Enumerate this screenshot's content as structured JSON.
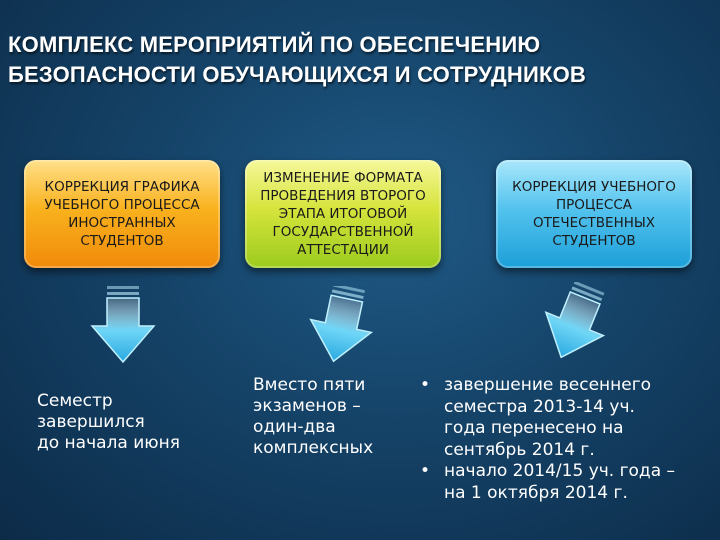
{
  "title": {
    "line1": "КОМПЛЕКС МЕРОПРИЯТИЙ ПО ОБЕСПЕЧЕНИЮ",
    "line2": "БЕЗОПАСНОСТИ ОБУЧАЮЩИХСЯ И СОТРУДНИКОВ"
  },
  "boxes": [
    {
      "lines": [
        "КОРРЕКЦИЯ ГРАФИКА",
        "УЧЕБНОГО ПРОЦЕССА",
        "ИНОСТРАННЫХ",
        "СТУДЕНТОВ"
      ],
      "color": "#f9b21e"
    },
    {
      "lines": [
        "ИЗМЕНЕНИЕ ФОРМАТА",
        "ПРОВЕДЕНИЯ ВТОРОГО",
        "ЭТАПА ИТОГОВОЙ",
        "ГОСУДАРСТВЕННОЙ",
        "АТТЕСТАЦИИ"
      ],
      "color": "#d6e43c"
    },
    {
      "lines": [
        "КОРРЕКЦИЯ  УЧЕБНОГО",
        "ПРОЦЕССА",
        "ОТЕЧЕСТВЕННЫХ",
        "СТУДЕНТОВ"
      ],
      "color": "#54c3ee"
    }
  ],
  "notes": {
    "left": [
      "Семестр",
      "завершился",
      "до начала июня"
    ],
    "middle": [
      "Вместо пяти",
      "экзаменов –",
      "один-два",
      "комплексных"
    ]
  },
  "bullets": [
    {
      "marker": "•",
      "lines": [
        "завершение весеннего",
        "семестра 2013-14 уч.",
        "года перенесено на",
        "сентябрь 2014 г."
      ]
    },
    {
      "marker": "•",
      "lines": [
        "начало 2014/15 уч. года –",
        "на 1 октября 2014 г."
      ]
    }
  ],
  "colors": {
    "background": "#154368",
    "arrow": "#4fc8f2"
  }
}
